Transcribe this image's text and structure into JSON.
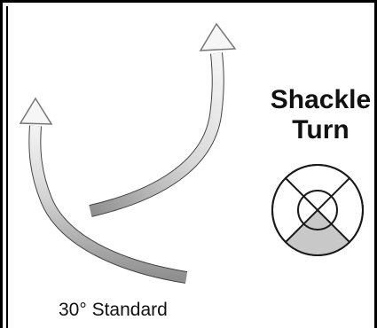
{
  "title": {
    "line1": "Shackle",
    "line2": "Turn"
  },
  "caption": "30° Standard",
  "colors": {
    "frame": "#000000",
    "arrow_dark": "#8f8f8f",
    "arrow_light": "#f4f4f4",
    "dial_fill": "#c8c8c8",
    "dial_stroke": "#1a1a1a"
  },
  "icons": {
    "left_arrow": "curved-arrow-up-left",
    "right_arrow": "curved-arrow-up-right",
    "dial": "shackle-turn-dial"
  }
}
